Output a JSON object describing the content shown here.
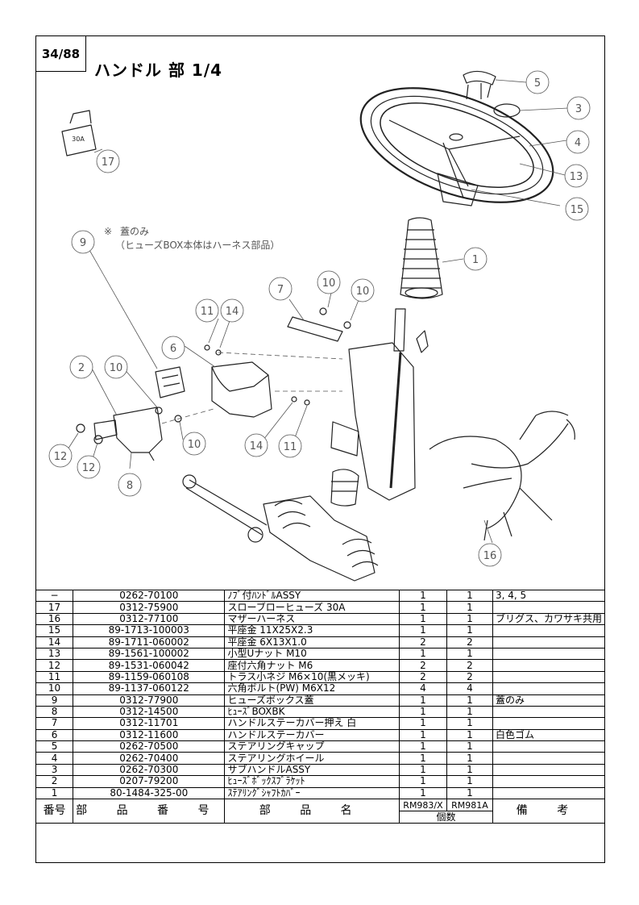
{
  "header": {
    "page": "34/88",
    "title": "ハンドル 部 1/4"
  },
  "note": {
    "mark": "※",
    "line1": "蓋のみ",
    "line2": "（ヒューズBOX本体はハーネス部品）"
  },
  "fuse_label": "30A",
  "callouts": [
    {
      "num": "5"
    },
    {
      "num": "3"
    },
    {
      "num": "4"
    },
    {
      "num": "13"
    },
    {
      "num": "15"
    },
    {
      "num": "17"
    },
    {
      "num": "1"
    },
    {
      "num": "9"
    },
    {
      "num": "10"
    },
    {
      "num": "10"
    },
    {
      "num": "7"
    },
    {
      "num": "11"
    },
    {
      "num": "14"
    },
    {
      "num": "6"
    },
    {
      "num": "2"
    },
    {
      "num": "10"
    },
    {
      "num": "10"
    },
    {
      "num": "14"
    },
    {
      "num": "11"
    },
    {
      "num": "12"
    },
    {
      "num": "12"
    },
    {
      "num": "8"
    },
    {
      "num": "16"
    }
  ],
  "table": {
    "headers": {
      "num": "番号",
      "code": "部 品 番 号",
      "name": "部 品 名",
      "model1": "RM983/X",
      "model2": "RM981A",
      "qty": "個数",
      "remarks": "備 考"
    },
    "rows": [
      {
        "num": "−",
        "code": "0262-70100",
        "name": "ﾉﾌﾞ付ﾊﾝﾄﾞﾙASSY",
        "q1": "1",
        "q2": "1",
        "remarks": "3, 4, 5"
      },
      {
        "num": "17",
        "code": "0312-75900",
        "name": "スローブローヒューズ 30A",
        "q1": "1",
        "q2": "1",
        "remarks": ""
      },
      {
        "num": "16",
        "code": "0312-77100",
        "name": "マザーハーネス",
        "q1": "1",
        "q2": "1",
        "remarks": "ブリグス、カワサキ共用"
      },
      {
        "num": "15",
        "code": "89-1713-100003",
        "name": "平座金 11X25X2.3",
        "q1": "1",
        "q2": "1",
        "remarks": ""
      },
      {
        "num": "14",
        "code": "89-1711-060002",
        "name": "平座金 6X13X1.0",
        "q1": "2",
        "q2": "2",
        "remarks": ""
      },
      {
        "num": "13",
        "code": "89-1561-100002",
        "name": "小型Uナット M10",
        "q1": "1",
        "q2": "1",
        "remarks": ""
      },
      {
        "num": "12",
        "code": "89-1531-060042",
        "name": "座付六角ナット M6",
        "q1": "2",
        "q2": "2",
        "remarks": ""
      },
      {
        "num": "11",
        "code": "89-1159-060108",
        "name": "トラス小ネジ M6×10(黒メッキ)",
        "q1": "2",
        "q2": "2",
        "remarks": ""
      },
      {
        "num": "10",
        "code": "89-1137-060122",
        "name": "六角ボルト(PW) M6X12",
        "q1": "4",
        "q2": "4",
        "remarks": ""
      },
      {
        "num": "9",
        "code": "0312-77900",
        "name": "ヒューズボックス蓋",
        "q1": "1",
        "q2": "1",
        "remarks": "蓋のみ"
      },
      {
        "num": "8",
        "code": "0312-14500",
        "name": "ﾋｭｰｽﾞBOXBK",
        "q1": "1",
        "q2": "1",
        "remarks": ""
      },
      {
        "num": "7",
        "code": "0312-11701",
        "name": "ハンドルステーカバー押え 白",
        "q1": "1",
        "q2": "1",
        "remarks": ""
      },
      {
        "num": "6",
        "code": "0312-11600",
        "name": "ハンドルステーカバー",
        "q1": "1",
        "q2": "1",
        "remarks": "白色ゴム"
      },
      {
        "num": "5",
        "code": "0262-70500",
        "name": "ステアリングキャップ",
        "q1": "1",
        "q2": "1",
        "remarks": ""
      },
      {
        "num": "4",
        "code": "0262-70400",
        "name": "ステアリングホイール",
        "q1": "1",
        "q2": "1",
        "remarks": ""
      },
      {
        "num": "3",
        "code": "0262-70300",
        "name": "サブハンドルASSY",
        "q1": "1",
        "q2": "1",
        "remarks": ""
      },
      {
        "num": "2",
        "code": "0207-79200",
        "name": "ﾋｭｰｽﾞﾎﾞｯｸｽﾌﾞﾗｹｯﾄ",
        "q1": "1",
        "q2": "1",
        "remarks": ""
      },
      {
        "num": "1",
        "code": "80-1484-325-00",
        "name": "ｽﾃｱﾘﾝｸﾞｼｬﾌﾄｶﾊﾞｰ",
        "q1": "1",
        "q2": "1",
        "remarks": ""
      }
    ]
  }
}
